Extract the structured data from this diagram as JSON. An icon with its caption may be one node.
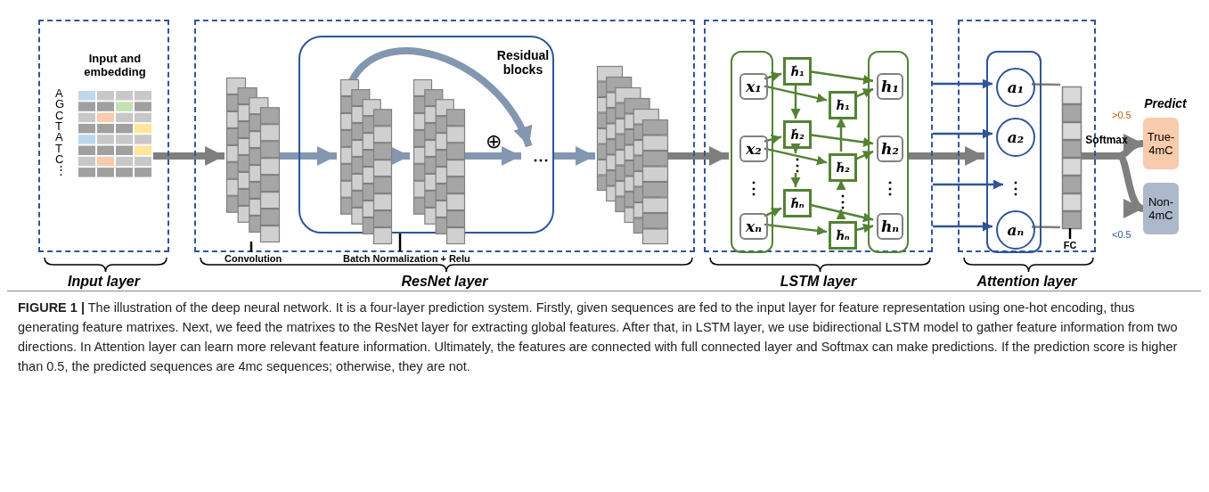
{
  "diagram": {
    "caption": "**FIGURE 1 |** The illustration of the deep neural network. It is a four-layer prediction system. Firstly, given sequences are fed to the input layer for feature representation using one-hot encoding, thus generating feature matrixes. Next, we feed the matrixes to the ResNet layer for extracting global features. After that, in LSTM layer, we use bidirectional LSTM model to gather feature information from two directions. In Attention layer can learn more relevant feature information. Ultimately, the features are connected with full connected layer and Softmax can make predictions. If the prediction score is higher than 0.5, the predicted sequences are 4mc sequences; otherwise, they are not.",
    "nodes": [
      {
        "text": [
          "Input layer"
        ]
      },
      {
        "text": [
          "Input and embedding"
        ],
        "in": 0,
        "beside": [
          "A",
          "G",
          "C",
          "T",
          "A",
          "T",
          "C",
          "⋮"
        ]
      },
      {
        "text": [
          "ResNet layer"
        ]
      },
      {
        "text": [],
        "shape": "box",
        "in": 2,
        "beside": [
          "Convolution"
        ]
      },
      {
        "text": [
          "Residual blocks"
        ],
        "in": 2
      },
      {
        "text": [],
        "shape": "box",
        "in": 4
      },
      {
        "text": [],
        "shape": "box",
        "in": 4
      },
      {
        "text": [
          "⋯"
        ],
        "in": 4
      },
      {
        "text": [],
        "shape": "box",
        "in": 2
      },
      {
        "text": [
          "LSTM layer"
        ]
      },
      {
        "text": [],
        "shape": "box",
        "in": 9
      },
      {
        "text": [
          "x₁"
        ],
        "in": 10
      },
      {
        "text": [
          "x₂"
        ],
        "in": 10
      },
      {
        "text": [
          "⋮"
        ],
        "in": 10
      },
      {
        "text": [
          "xₙ"
        ],
        "in": 10
      },
      {
        "text": [
          "h⃗₁"
        ],
        "in": 9
      },
      {
        "text": [
          "h⃖₁"
        ],
        "in": 9
      },
      {
        "text": [
          "h⃗₂"
        ],
        "in": 9
      },
      {
        "text": [
          "h⃖₂"
        ],
        "in": 9
      },
      {
        "text": [
          "⋮"
        ],
        "in": 9
      },
      {
        "text": [
          "⋮"
        ],
        "in": 9
      },
      {
        "text": [
          "h⃗ₙ"
        ],
        "in": 9
      },
      {
        "text": [
          "h⃖ₙ"
        ],
        "in": 9
      },
      {
        "text": [],
        "shape": "box",
        "in": 9
      },
      {
        "text": [
          "h₁"
        ],
        "in": 23
      },
      {
        "text": [
          "h₂"
        ],
        "in": 23
      },
      {
        "text": [
          "⋮"
        ],
        "in": 23
      },
      {
        "text": [
          "hₙ"
        ],
        "in": 23
      },
      {
        "text": [
          "Attention layer"
        ]
      },
      {
        "text": [],
        "shape": "box",
        "in": 28
      },
      {
        "text": [
          "a₁"
        ],
        "in": 29
      },
      {
        "text": [
          "a₂"
        ],
        "in": 29
      },
      {
        "text": [
          "⋮"
        ],
        "in": 29
      },
      {
        "text": [
          "aₙ"
        ],
        "in": 29
      },
      {
        "text": [],
        "shape": "bar",
        "in": 28,
        "beside": [
          "FC"
        ]
      },
      {
        "text": [
          "True-4mC"
        ]
      },
      {
        "text": [
          "Non-4mC"
        ]
      }
    ],
    "edges": [
      {
        "from": 1,
        "to": 3,
        "arrow": "to",
        "style": "thick",
        "color": "#7f7f7f"
      },
      {
        "from": 3,
        "to": 5,
        "arrow": "to",
        "style": "thick",
        "color": "#8497b0"
      },
      {
        "from": 5,
        "to": 6,
        "arrow": "to",
        "style": "thick",
        "color": "#8497b0"
      },
      {
        "from": 6,
        "to": 7,
        "arrow": "to",
        "label": "⊕",
        "style": "thick",
        "color": "#8497b0"
      },
      {
        "from": 5,
        "to": 7,
        "arrow": "to",
        "style": "thick",
        "color": "#8497b0"
      },
      {
        "from": 7,
        "to": 8,
        "arrow": "to",
        "style": "thick",
        "color": "#8497b0"
      },
      {
        "from": 8,
        "to": 10,
        "arrow": "to",
        "style": "thick",
        "color": "#7f7f7f"
      },
      {
        "from": 11,
        "to": 15,
        "arrow": "to"
      },
      {
        "from": 11,
        "to": 16,
        "arrow": "to"
      },
      {
        "from": 15,
        "to": 24,
        "arrow": "to"
      },
      {
        "from": 16,
        "to": 24,
        "arrow": "to"
      },
      {
        "from": 15,
        "to": 17,
        "arrow": "to"
      },
      {
        "from": 18,
        "to": 16,
        "arrow": "to"
      },
      {
        "from": 12,
        "to": 17,
        "arrow": "to"
      },
      {
        "from": 12,
        "to": 18,
        "arrow": "to"
      },
      {
        "from": 17,
        "to": 25,
        "arrow": "to"
      },
      {
        "from": 18,
        "to": 25,
        "arrow": "to"
      },
      {
        "from": 17,
        "to": 19,
        "arrow": "to"
      },
      {
        "from": 19,
        "to": 21,
        "arrow": "to"
      },
      {
        "from": 20,
        "to": 18,
        "arrow": "to"
      },
      {
        "from": 22,
        "to": 20,
        "arrow": "to"
      },
      {
        "from": 14,
        "to": 21,
        "arrow": "to"
      },
      {
        "from": 14,
        "to": 22,
        "arrow": "to"
      },
      {
        "from": 21,
        "to": 27,
        "arrow": "to"
      },
      {
        "from": 22,
        "to": 27,
        "arrow": "to"
      },
      {
        "from": 23,
        "to": 29,
        "arrow": "to",
        "style": "thick",
        "color": "#7f7f7f"
      },
      {
        "from": 9,
        "to": 30,
        "arrow": "to",
        "color": "#2f5597"
      },
      {
        "from": 9,
        "to": 31,
        "arrow": "to",
        "color": "#2f5597"
      },
      {
        "from": 9,
        "to": 32,
        "arrow": "to",
        "color": "#2f5597"
      },
      {
        "from": 9,
        "to": 33,
        "arrow": "to",
        "color": "#2f5597"
      },
      {
        "from": 30,
        "to": 34,
        "arrow": "none",
        "color": "#7f7f7f"
      },
      {
        "from": 33,
        "to": 34,
        "arrow": "none",
        "color": "#7f7f7f"
      },
      {
        "from": 34,
        "to": 35,
        "arrow": "to",
        "label": ">0.5",
        "style": "thick",
        "color": "#7f7f7f"
      },
      {
        "from": 34,
        "to": 36,
        "arrow": "to",
        "label": "<0.5",
        "style": "thick",
        "color": "#7f7f7f"
      }
    ],
    "labels": [
      "Batch Normalization + Relu",
      "Softmax",
      "Predict"
    ]
  }
}
